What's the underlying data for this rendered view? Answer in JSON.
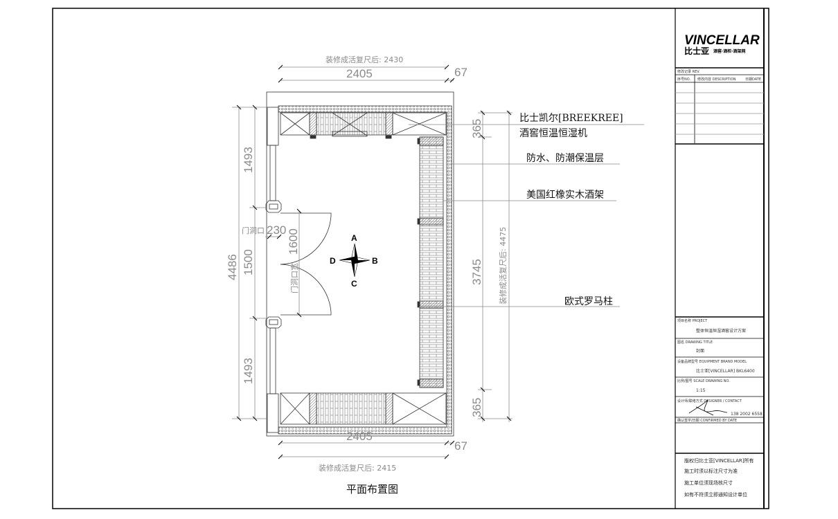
{
  "drawing": {
    "title": "平面布置图",
    "dimensions": {
      "top_finished": "装修成活复尺后: 2430",
      "top_width": "2405",
      "top_offset": "67",
      "bottom_width": "2405",
      "bottom_offset": "67",
      "bottom_finished": "装修成活复尺后: 2415",
      "left_total": "4486",
      "left_upper": "1493",
      "left_door": "1500",
      "left_lower": "1493",
      "door_depth_label": "门洞口",
      "door_depth": "230",
      "door_width_label": "门洞口宽",
      "door_width": "1600",
      "right_top": "365",
      "right_middle": "3745",
      "right_bottom": "365",
      "right_finished": "装修成活复尺后: 4475"
    },
    "compass": {
      "north": "A",
      "east": "B",
      "south": "C",
      "west": "D"
    },
    "callouts": [
      "比士凯尔[BREEKREE]",
      "酒窖恒温恒湿机",
      "防水、防潮保温层",
      "美国红橡实木酒架",
      "欧式罗马柱"
    ]
  },
  "title_block": {
    "logo_text": "VINCELLAR",
    "logo_cn": "比士亚",
    "logo_tagline": "酒窖·酒柜·酒架网",
    "revision_header": "修改记录 REV.",
    "rev_columns": [
      "序号NO.",
      "修改内容 DESCRIPTION",
      "日期DATE"
    ],
    "project_label": "项目名称 PROJECT",
    "project_value": "整体恒温恒湿酒窖设计方案",
    "drawing_label": "图名 DRAWING TITLE",
    "drawing_value": "封面",
    "equipment_label": "设备品牌型号 EQUIPMENT BRAND MODEL",
    "equipment_value": "比士亚[VINCELLAR] BKL6400",
    "scale_label": "比例/图号 SCALE DRAWING NO.",
    "scale_value": "1:15",
    "designer_label": "设计师/联络方式 DESIGNER / CONTACT",
    "designer_phone": "138 2002 6558",
    "confirm_label": "确认签字/日期 CONFIRMED BY DATE",
    "notes": [
      "版权归比士亚[VINCELLAR]所有",
      "施工时须以标注尺寸为准",
      "施工单位须现场核尺寸",
      "如有不符须立即通知设计单位"
    ]
  }
}
